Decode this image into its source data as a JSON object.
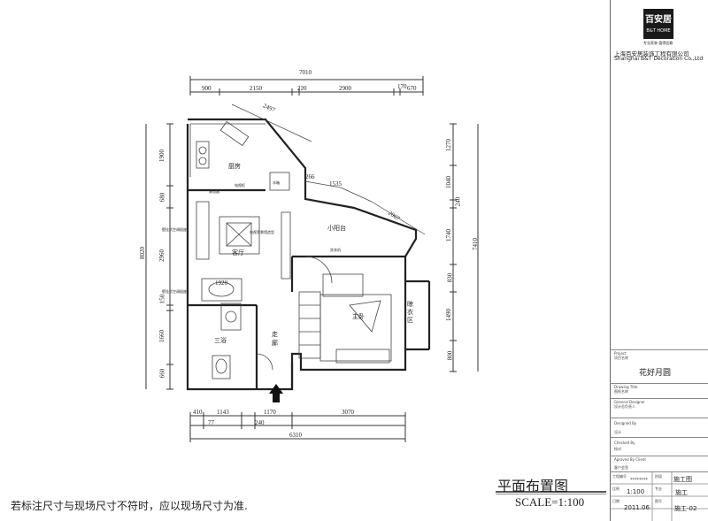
{
  "company": {
    "logo_main": "百安居",
    "logo_sub": "B&T HOME",
    "slogan": "专业家装  值得信赖",
    "name_cn": "上海百安居装饰工程有限公司",
    "name_en": "Shanghai B&T Decoration Co.,Ltd"
  },
  "rooms": {
    "kitchen": "厨房",
    "living": "客厅",
    "small_balcony": "小阳台",
    "master_bedroom": "主卧",
    "drying_area": "晾衣区",
    "bathroom": "三浴",
    "corridor": "走廊"
  },
  "dimensions": {
    "top_total": "7010",
    "top": [
      "900",
      "2150",
      "220",
      "2900",
      "170",
      "670"
    ],
    "diagonal_top": "2497",
    "balcony_a": "266",
    "balcony_b": "1535",
    "balcony_diag": "2067",
    "left_total": "8020",
    "left": [
      "1900",
      "680",
      "2960",
      "150",
      "1660",
      "660"
    ],
    "right_total": "7410",
    "right": [
      "1270",
      "1040",
      "240",
      "1740",
      "830",
      "1490",
      "800"
    ],
    "bottom_row1": [
      "410",
      "1143",
      "1170",
      "3070"
    ],
    "bottom_row2": [
      "77",
      "240"
    ],
    "bottom_total": "6310",
    "inner_1920": "1920"
  },
  "annotations": {
    "shower": "淋浴器",
    "fridge": "冰箱",
    "cabinet": "电视柜",
    "socket_l1": "壁挂式空调插座",
    "socket_l2": "壁挂式空调插座",
    "tv_wall": "电视背景墙造型",
    "wash": "洗衣机"
  },
  "title_block": {
    "project_label": "Project",
    "project_sub": "项目名称",
    "project_name": "花好月圆",
    "drawing_title_label": "Drawing Title",
    "drawing_title_sub": "图纸名称",
    "general_designer_label": "General Designer",
    "general_designer_sub": "设计总负责人",
    "designed_by_label": "Designed By",
    "designed_by_sub": "设计",
    "checked_by_label": "Checked By",
    "checked_by_sub": "校对",
    "approved_label": "Aproved By Client",
    "approved_sub": "客户会签",
    "work_no_label": "工程编号",
    "work_no_value": "********",
    "stage_label": "阶段",
    "stage_value": "施工图",
    "scale_label": "比例",
    "scale_value": "1:100",
    "status_label": "专业",
    "status_value": "施工",
    "date_label": "日期",
    "date_value": "2011.06",
    "drawing_no_label": "图号",
    "drawing_no_value": "施工-02"
  },
  "footer": {
    "plan_title": "平面布置图",
    "scale": "SCALE=1:100",
    "note": "若标注尺寸与现场尺寸不符时，应以现场尺寸为准."
  }
}
